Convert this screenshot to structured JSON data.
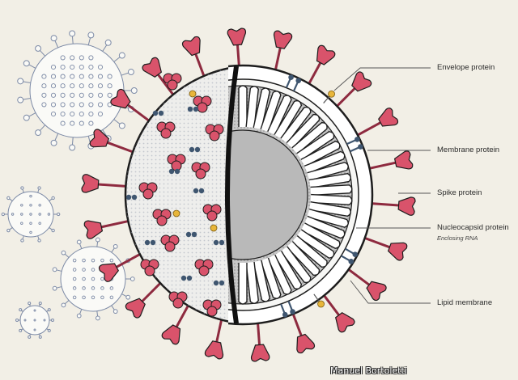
{
  "labels": {
    "envelope": "Envelope protein",
    "membrane": "Membrane protein",
    "spike": "Spike protein",
    "nucleocapsid": "Nucleocapsid protein",
    "nucleocapsid_sub": "Enclosing RNA",
    "lipid": "Lipid membrane"
  },
  "credit": "Manuel Bortoletti",
  "colors": {
    "background": "#f2efe6",
    "spike": "#d9536b",
    "spike_dark": "#8e2a3f",
    "outline": "#1d1d1d",
    "membrane_protein": "#3f5670",
    "envelope_protein": "#e8b63a",
    "sketch_outline": "#7c8aa6",
    "core_gray": "#b9b9b9"
  }
}
